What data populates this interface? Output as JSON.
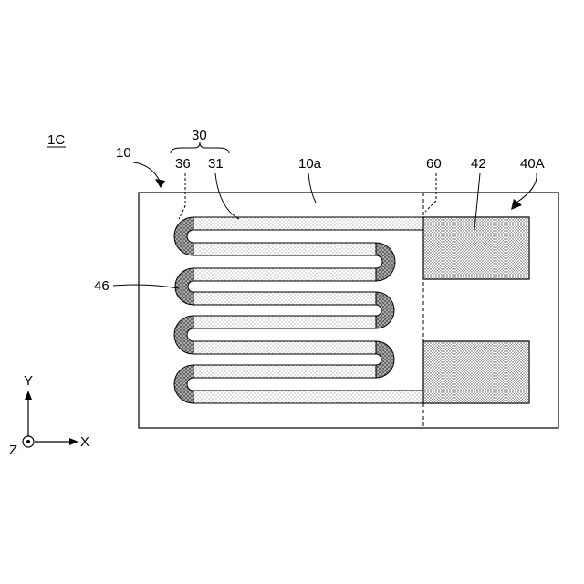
{
  "figure_label": "1C",
  "labels": {
    "substrate": "10",
    "resistor_group": "30",
    "terminal_part": "36",
    "resistor": "31",
    "surface": "10a",
    "boundary": "60",
    "pad": "42",
    "electrode": "40A",
    "connector": "46"
  },
  "axes": {
    "y": "Y",
    "x": "X",
    "z": "Z"
  },
  "colors": {
    "line": "#000000",
    "dot_light": "#777777",
    "dot_dense": "#333333",
    "background": "#ffffff"
  }
}
